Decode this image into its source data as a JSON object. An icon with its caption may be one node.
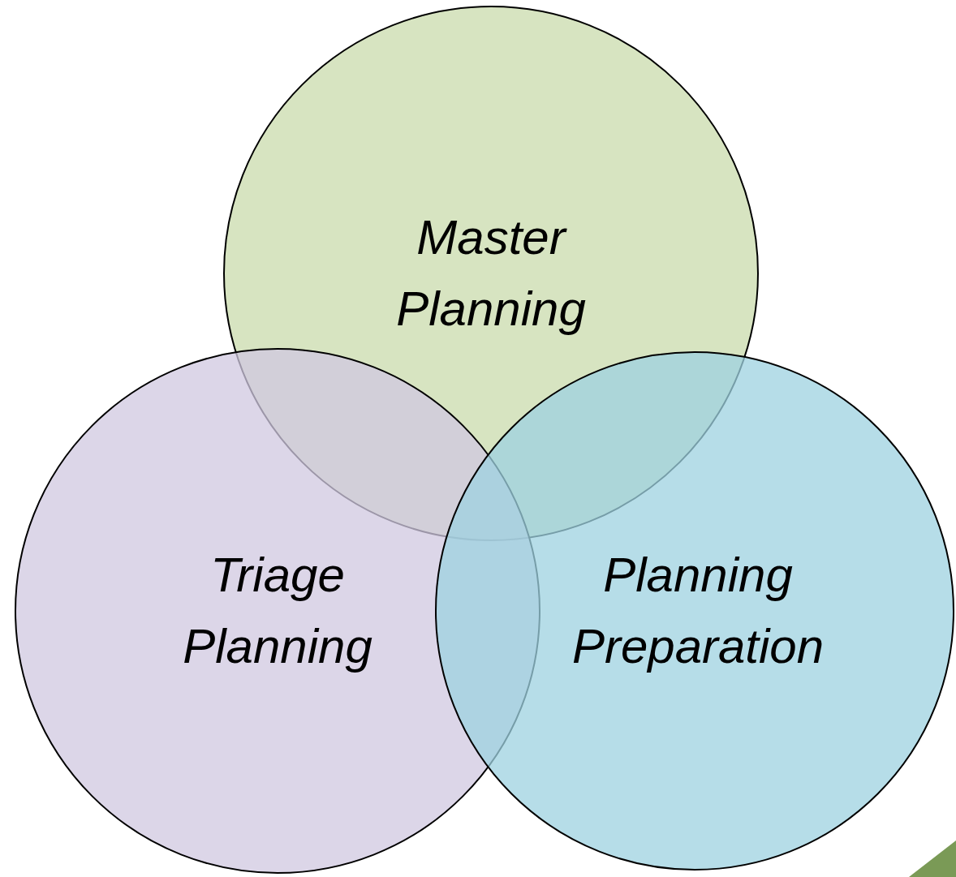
{
  "diagram": {
    "nodes": [
      {
        "text": [
          "Master Planning"
        ]
      },
      {
        "text": [
          "Triage Planning"
        ]
      },
      {
        "text": [
          "Planning Preparation"
        ]
      }
    ]
  }
}
